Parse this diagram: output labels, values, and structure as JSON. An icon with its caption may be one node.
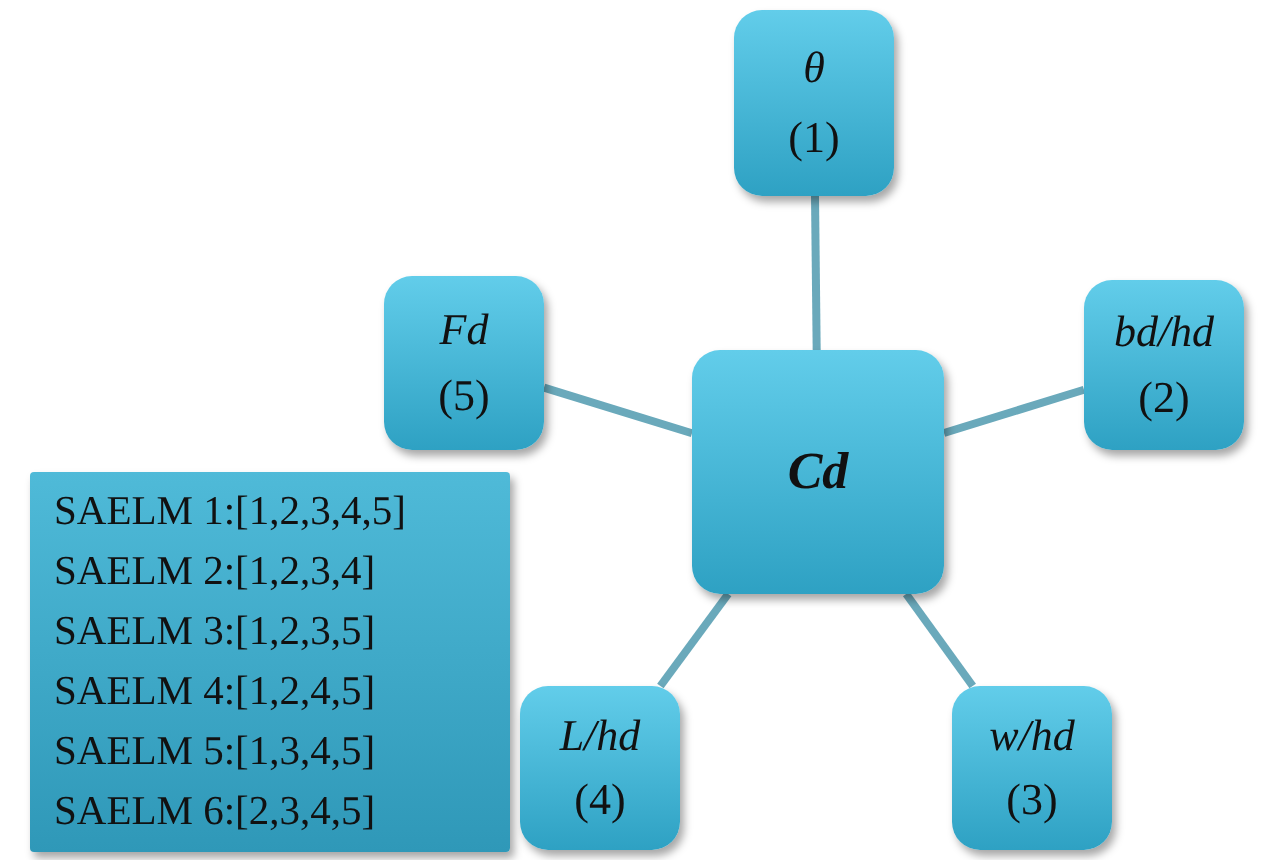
{
  "diagram": {
    "nodes": [
      {
        "text": [
          "θ",
          "(1)"
        ]
      },
      {
        "text": [
          "Fd",
          "(5)"
        ]
      },
      {
        "text": [
          "Cd"
        ]
      },
      {
        "text": [
          "bd/hd",
          "(2)"
        ]
      },
      {
        "text": [
          "SAELM 1:[1,2,3,4,5]",
          "SAELM 2:[1,2,3,4]",
          "SAELM 3:[1,2,3,5]",
          "SAELM 4:[1,2,4,5]",
          "SAELM 5:[1,3,4,5]",
          "SAELM 6:[2,3,4,5]"
        ]
      },
      {
        "text": [
          "L/hd",
          "(4)"
        ]
      },
      {
        "text": [
          "w/hd",
          "(3)"
        ]
      }
    ],
    "edges": [
      {
        "from": 2,
        "to": 0,
        "arrow": "none"
      },
      {
        "from": 2,
        "to": 3,
        "arrow": "none"
      },
      {
        "from": 2,
        "to": 6,
        "arrow": "none"
      },
      {
        "from": 2,
        "to": 5,
        "arrow": "none"
      },
      {
        "from": 2,
        "to": 1,
        "arrow": "none"
      }
    ]
  }
}
